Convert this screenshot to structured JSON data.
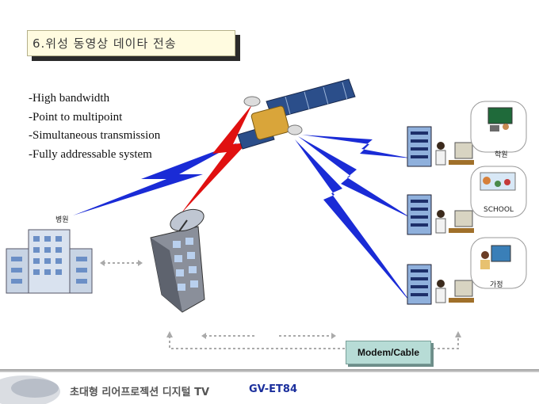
{
  "title": "6.위성 동영상 데이타 전송",
  "bullets": [
    "-High bandwidth",
    "-Point to multipoint",
    "-Simultaneous transmission",
    "-Fully addressable system"
  ],
  "labels": {
    "hospital": "병원",
    "academy": "학원",
    "school": "SCHOOL",
    "home": "가정",
    "modem": "Modem/Cable"
  },
  "footer": {
    "text": "초대형 리어프로젝션 디지털 TV",
    "model": "GV-ET84"
  },
  "colors": {
    "uplink_blue": "#1a2bd6",
    "uplink_red": "#e01010",
    "title_bg": "#fffbe0",
    "modem_bg": "#b7dcd6",
    "footer_model": "#1b2f9c"
  }
}
